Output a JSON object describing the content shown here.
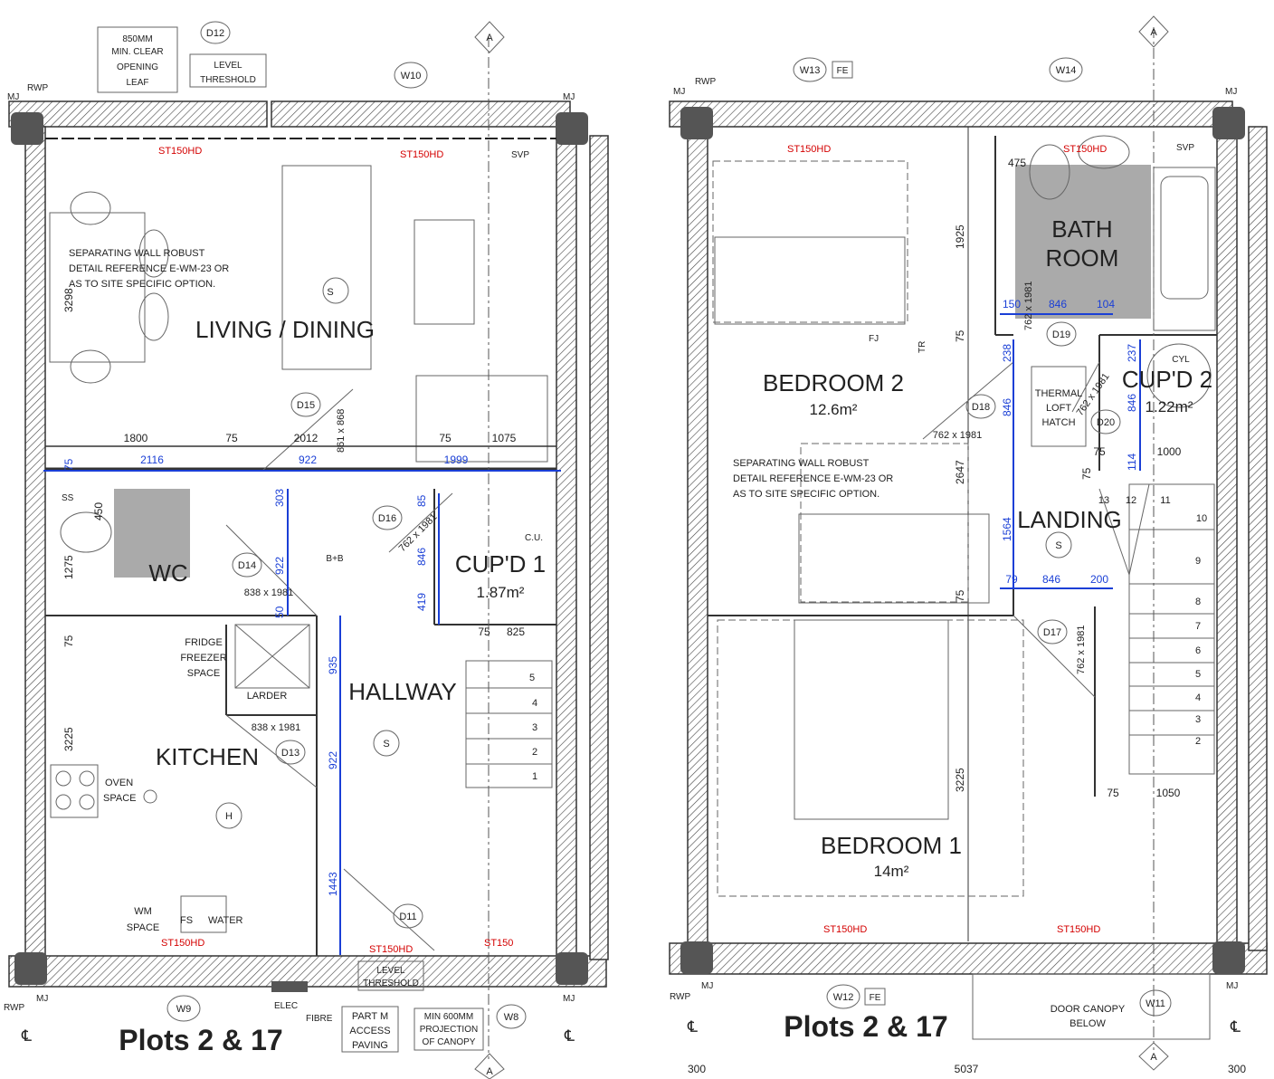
{
  "ground_floor": {
    "rooms": {
      "living": "LIVING / DINING",
      "wc": "WC",
      "kitchen": "KITCHEN",
      "hallway": "HALLWAY",
      "cupd1": "CUP'D 1",
      "cupd1_area": "1.87m²"
    },
    "notes": {
      "clear_opening": [
        "850MM",
        "MIN. CLEAR",
        "OPENING",
        "LEAF"
      ],
      "level_threshold_top": [
        "LEVEL",
        "THRESHOLD"
      ],
      "level_threshold_bottom": [
        "LEVEL",
        "THRESHOLD"
      ],
      "separating_wall": [
        "SEPARATING WALL ROBUST",
        "DETAIL REFERENCE E-WM-23 OR",
        "AS TO SITE SPECIFIC OPTION."
      ],
      "fridge": [
        "FRIDGE",
        "FREEZER",
        "SPACE"
      ],
      "larder": "LARDER",
      "oven": [
        "OVEN",
        "SPACE"
      ],
      "wm": [
        "WM",
        "SPACE"
      ],
      "water": "WATER",
      "fs": "FS",
      "part_m": [
        "PART M",
        "ACCESS",
        "PAVING"
      ],
      "canopy": [
        "MIN 600MM",
        "PROJECTION",
        "OF CANOPY"
      ],
      "elec": "ELEC",
      "fibre": "FIBRE",
      "rwp": "RWP",
      "mj": "MJ",
      "svp": "SVP",
      "ss": "SS",
      "cu": "C.U.",
      "bb": "B+B",
      "cl": "℄"
    },
    "tags": {
      "d12": "D12",
      "w10": "W10",
      "d15": "D15",
      "d16": "D16",
      "d14": "D14",
      "d13": "D13",
      "d11": "D11",
      "w9": "W9",
      "w8": "W8",
      "s1": "S",
      "s2": "S",
      "h": "H",
      "a_top": "A",
      "a_bottom": "A"
    },
    "lintels": {
      "top_left": "ST150HD",
      "top_right": "ST150HD",
      "bottom_left": "ST150HD",
      "bottom_mid": "ST150HD",
      "bottom_right": "ST150"
    },
    "door_sizes": {
      "d15": "861 x 868",
      "d16": "762 x 1981",
      "d14": "838 x 1981",
      "d13": "838 x 1981"
    },
    "dimensions_black": {
      "d3298": "3298",
      "d1800": "1800",
      "d75a": "75",
      "d2012": "2012",
      "d75b": "75",
      "d1075": "1075",
      "d1275": "1275",
      "d75c": "75",
      "d3225": "3225",
      "d75d": "75",
      "d825": "825",
      "d450": "450"
    },
    "dimensions_blue": {
      "b2116": "2116",
      "b922a": "922",
      "b1999": "1999",
      "b75": "75",
      "b303": "303",
      "b922b": "922",
      "b85": "85",
      "b846": "846",
      "b419": "419",
      "b935": "935",
      "b922c": "922",
      "b1443": "1443",
      "b50": "50"
    },
    "stair_numbers": [
      "5",
      "4",
      "3",
      "2",
      "1"
    ],
    "title": "Plots 2 & 17"
  },
  "first_floor": {
    "rooms": {
      "bedroom2": "BEDROOM 2",
      "bedroom2_area": "12.6m²",
      "bedroom1": "BEDROOM 1",
      "bedroom1_area": "14m²",
      "bath": [
        "BATH",
        "ROOM"
      ],
      "landing": "LANDING",
      "cupd2": "CUP'D 2",
      "cupd2_area": "1.22m²"
    },
    "notes": {
      "separating_wall": [
        "SEPARATING WALL ROBUST",
        "DETAIL REFERENCE E-WM-23 OR",
        "AS TO SITE SPECIFIC OPTION."
      ],
      "thermal": [
        "THERMAL",
        "LOFT",
        "HATCH"
      ],
      "cyl": "CYL",
      "fj": "FJ",
      "tr": "TR",
      "canopy": [
        "DOOR CANOPY",
        "BELOW"
      ],
      "fe1": "FE",
      "fe2": "FE",
      "rwp": "RWP",
      "mj": "MJ",
      "svp": "SVP",
      "cl": "℄"
    },
    "tags": {
      "w13": "W13",
      "w14": "W14",
      "d19": "D19",
      "d18": "D18",
      "d20": "D20",
      "d17": "D17",
      "w12": "W12",
      "w11": "W11",
      "s": "S",
      "a_top": "A",
      "a_bottom": "A"
    },
    "lintels": {
      "top_left": "ST150HD",
      "top_right": "ST150HD",
      "bottom_left": "ST150HD",
      "bottom_right": "ST150HD"
    },
    "door_sizes": {
      "d18": "762 x 1981",
      "d19": "762 x 1981",
      "d20": "762 x 1981",
      "d17": "762 x 1981"
    },
    "dimensions_black": {
      "d1925": "1925",
      "d475": "475",
      "d75a": "75",
      "d2647": "2647",
      "d75b": "75",
      "d3225": "3225",
      "d1000": "1000",
      "d75c": "75",
      "d75d": "75",
      "d1050": "1050",
      "d75e": "75",
      "d300a": "300",
      "d5037": "5037",
      "d300b": "300"
    },
    "dimensions_blue": {
      "b150": "150",
      "b846a": "846",
      "b104": "104",
      "b238": "238",
      "b846b": "846",
      "b1564": "1564",
      "b79": "79",
      "b846c": "846",
      "b200": "200",
      "b237": "237",
      "b846d": "846",
      "b114": "114"
    },
    "stair_numbers": [
      "13",
      "12",
      "11",
      "10",
      "9",
      "8",
      "7",
      "6",
      "5",
      "4",
      "3",
      "2"
    ],
    "title": "Plots 2 & 17"
  }
}
